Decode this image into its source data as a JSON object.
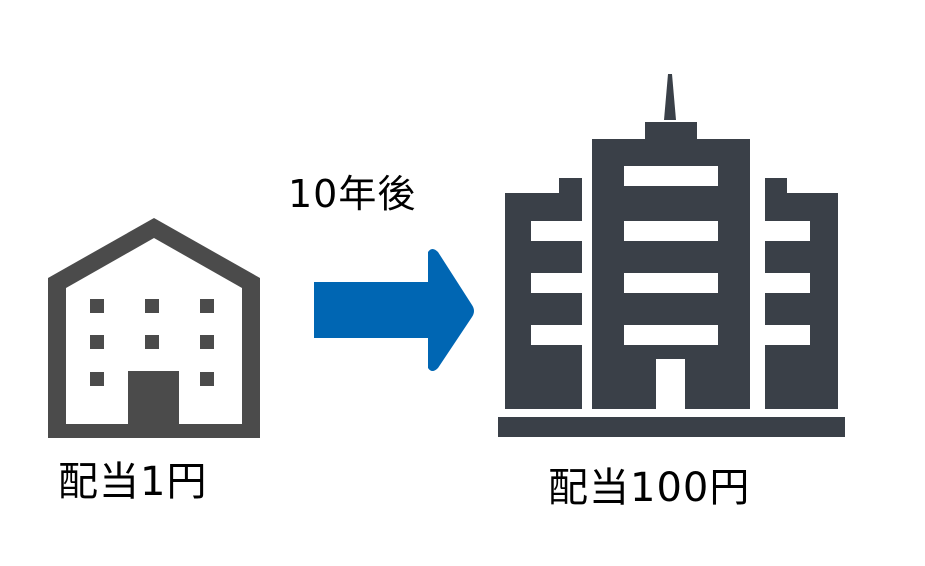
{
  "small_company": {
    "label": "配当1円",
    "icon": "small-building-icon",
    "color": "#4b4b4b"
  },
  "transition": {
    "label": "10年後",
    "icon": "right-arrow-icon",
    "color": "#0066b3"
  },
  "large_company": {
    "label": "配当100円",
    "icon": "office-tower-icon",
    "color": "#3a4048"
  }
}
